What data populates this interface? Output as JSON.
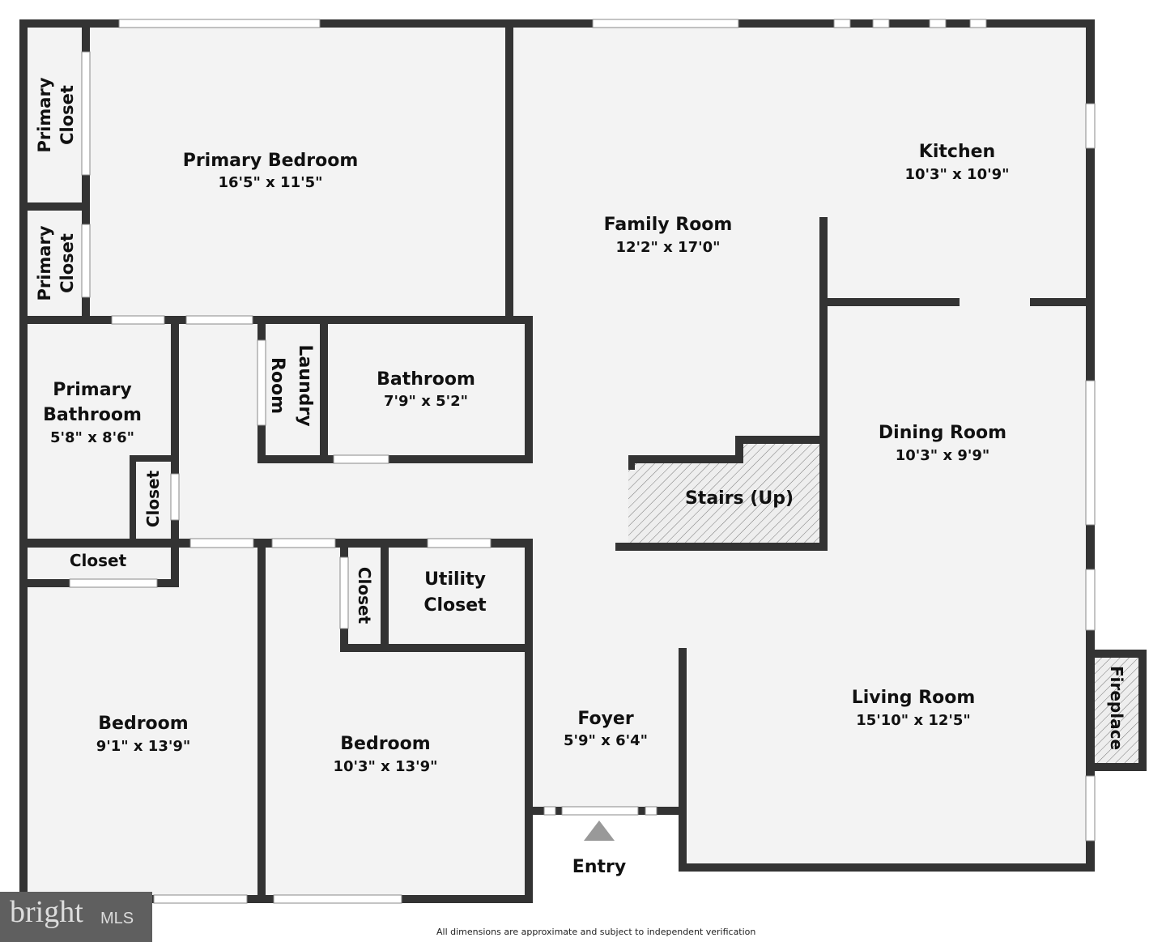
{
  "rooms": {
    "primary_closet_1": {
      "name": "Primary Closet"
    },
    "primary_closet_2": {
      "name": "Primary Closet"
    },
    "primary_bedroom": {
      "name": "Primary Bedroom",
      "dim": "16'5\" x 11'5\""
    },
    "family_room": {
      "name": "Family Room",
      "dim": "12'2\" x 17'0\""
    },
    "kitchen": {
      "name": "Kitchen",
      "dim": "10'3\" x 10'9\""
    },
    "primary_bathroom": {
      "name1": "Primary",
      "name2": "Bathroom",
      "dim": "5'8\" x 8'6\""
    },
    "laundry": {
      "name1": "Laundry",
      "name2": "Room"
    },
    "bathroom": {
      "name": "Bathroom",
      "dim": "7'9\" x 5'2\""
    },
    "dining_room": {
      "name": "Dining Room",
      "dim": "10'3\" x 9'9\""
    },
    "stairs": {
      "name": "Stairs (Up)"
    },
    "closet_small": {
      "name": "Closet"
    },
    "closet_hall": {
      "name": "Closet"
    },
    "closet_bed2": {
      "name": "Closet"
    },
    "utility_closet": {
      "name1": "Utility",
      "name2": "Closet"
    },
    "bedroom_1": {
      "name": "Bedroom",
      "dim": "9'1\" x 13'9\""
    },
    "bedroom_2": {
      "name": "Bedroom",
      "dim": "10'3\" x 13'9\""
    },
    "foyer": {
      "name": "Foyer",
      "dim": "5'9\" x 6'4\""
    },
    "living_room": {
      "name": "Living Room",
      "dim": "15'10\" x 12'5\""
    },
    "fireplace": {
      "name": "Fireplace"
    },
    "entry": {
      "name": "Entry"
    }
  },
  "logo": {
    "brand": "bright",
    "suffix": "MLS"
  },
  "disclaimer": "All dimensions are approximate and subject to independent verification"
}
